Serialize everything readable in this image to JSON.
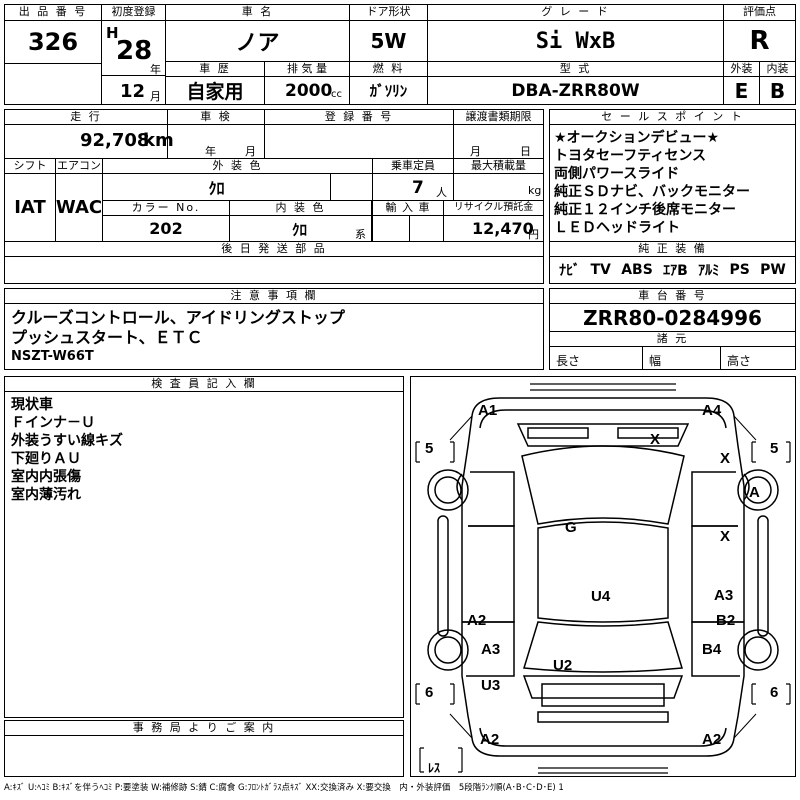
{
  "header": {
    "lot_label": "出 品 番 号",
    "lot_value": "326",
    "first_reg_label": "初度登録",
    "era": "H",
    "year_num": "28",
    "year_unit": "年",
    "month_num": "12",
    "month_unit": "月",
    "car_name_label": "車 名",
    "car_name": "ノア",
    "doors_label": "ドア形状",
    "doors": "5W",
    "grade_label": "グ レ ー ド",
    "grade": "Si WxB",
    "score_label": "評価点",
    "score": "R",
    "history_label": "車 歴",
    "history": "自家用",
    "displacement_label": "排 気 量",
    "displacement": "2000",
    "displacement_unit": "cc",
    "fuel_label": "燃 料",
    "fuel": "ｶﾞｿﾘﾝ",
    "model_label": "型 式",
    "model": "DBA-ZRR80W",
    "exterior_label": "外装",
    "exterior_grade": "E",
    "interior_label": "内装",
    "interior_grade": "B"
  },
  "info": {
    "mileage_label": "走 行",
    "mileage": "92,708",
    "mileage_unit": "km",
    "inspection_label": "車 検",
    "year_unit": "年",
    "month_unit": "月",
    "reg_no_label": "登 録 番 号",
    "transfer_label": "譲渡書類期限",
    "shift_label": "シフト",
    "shift": "IAT",
    "ac_label": "エアコン",
    "ac": "WAC",
    "ext_color_label": "外 装 色",
    "ext_color": "ｸﾛ",
    "capacity_label": "乗車定員",
    "capacity": "7",
    "capacity_unit": "人",
    "max_load_label": "最大積載量",
    "max_load_unit": "kg",
    "color_no_label": "カラー No.",
    "color_no": "202",
    "int_color_label": "内 装 色",
    "int_color": "ｸﾛ",
    "int_color_unit": "系",
    "import_label": "輸 入 車",
    "recycle_label": "リサイクル預託金",
    "recycle": "12,470",
    "recycle_unit": "円",
    "later_parts_label": "後 日 発 送 部 品"
  },
  "sales_points": {
    "label": "セ ー ル ス ポ イ ン ト",
    "items": [
      "★オークションデビュー★",
      "トヨタセーフティセンス",
      "両側パワースライド",
      "純正ＳＤナビ、バックモニター",
      "純正１２インチ後席モニター",
      "ＬＥＤヘッドライト"
    ]
  },
  "equipment": {
    "label": "純 正 装 備",
    "items": [
      "ﾅﾋﾞ",
      "TV",
      "ABS",
      "ｴｱB",
      "ｱﾙﾐ",
      "PS",
      "PW"
    ]
  },
  "notes": {
    "label": "注 意 事 項 欄",
    "lines": [
      "クルーズコントロール、アイドリングストップ",
      "プッシュスタート、ＥＴＣ",
      "NSZT-W66T"
    ]
  },
  "chassis": {
    "label": "車 台 番 号",
    "value": "ZRR80-0284996",
    "dims_label": "諸 元",
    "length_label": "長さ",
    "width_label": "幅",
    "height_label": "高さ"
  },
  "inspector": {
    "label": "検 査 員 記 入 欄",
    "lines": [
      "現状車",
      "Ｆインナ－Ｕ",
      "外装うすい線キズ",
      "下廻りＡＵ",
      "室内内張傷",
      "室内薄汚れ"
    ]
  },
  "office": {
    "label": "事 務 局 よ り ご 案 内"
  },
  "diagram": {
    "marks": {
      "a1": "A1",
      "a4": "A4",
      "x_top": "X",
      "x_right1": "X",
      "a_right": "A",
      "g": "G",
      "x_right2": "X",
      "u4": "U4",
      "a3_right": "A3",
      "a2_left": "A2",
      "b2": "B2",
      "a3_left": "A3",
      "b4": "B4",
      "u2": "U2",
      "u3": "U3",
      "a2_bl": "A2",
      "a2_br": "A2"
    },
    "tire_tl": "5",
    "tire_tr": "5",
    "tire_bl": "6",
    "tire_br": "6",
    "spare": "ﾚｽ"
  },
  "legend": "A:ｷｽﾞ U:ﾍｺﾐ B:ｷｽﾞを伴うﾍｺﾐ P:要塗装 W:補修跡 S:錆 C:腐食 G:ﾌﾛﾝﾄｶﾞﾗｽ点ｷｽﾞ XX:交換済み X:要交換　内・外装評価　5段階ﾗﾝｸ順(A･B･C･D･E) 1"
}
